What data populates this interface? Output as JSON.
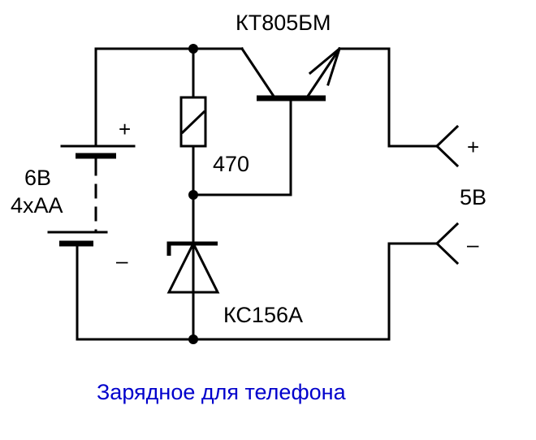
{
  "diagram": {
    "type": "circuit-schematic",
    "caption": "Зарядное для телефона",
    "colors": {
      "wire": "#000000",
      "caption": "#0000cc",
      "background": "#ffffff"
    },
    "components": {
      "battery": {
        "label_voltage": "6В",
        "label_type": "4xAA",
        "plus_sign": "+",
        "minus_sign": "–"
      },
      "resistor": {
        "label": "470"
      },
      "transistor": {
        "label": "КТ805БМ",
        "kind": "NPN"
      },
      "zener_diode": {
        "label": "КС156А"
      },
      "output": {
        "label": "5В",
        "plus_sign": "+",
        "minus_sign": "–"
      }
    },
    "junctions": [
      "top-resistor-node",
      "base-node",
      "bottom-ground-node"
    ]
  }
}
